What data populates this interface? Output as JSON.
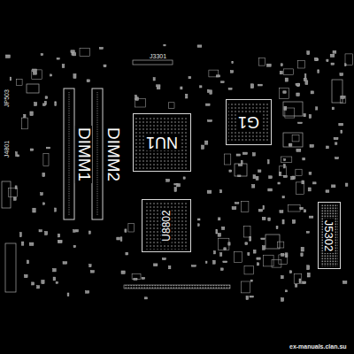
{
  "diagram": {
    "nodes": [
      {
        "text": [
          "DIMM2"
        ]
      },
      {
        "text": [
          "DIMM1"
        ]
      },
      {
        "text": [
          "NU1"
        ]
      },
      {
        "text": [
          "G1"
        ]
      },
      {
        "text": [
          "U8802"
        ]
      },
      {
        "text": [
          "J5302"
        ]
      }
    ],
    "labels": [
      "J3301",
      "JP503",
      "J4801",
      "ex-manuals.clan.su"
    ]
  }
}
